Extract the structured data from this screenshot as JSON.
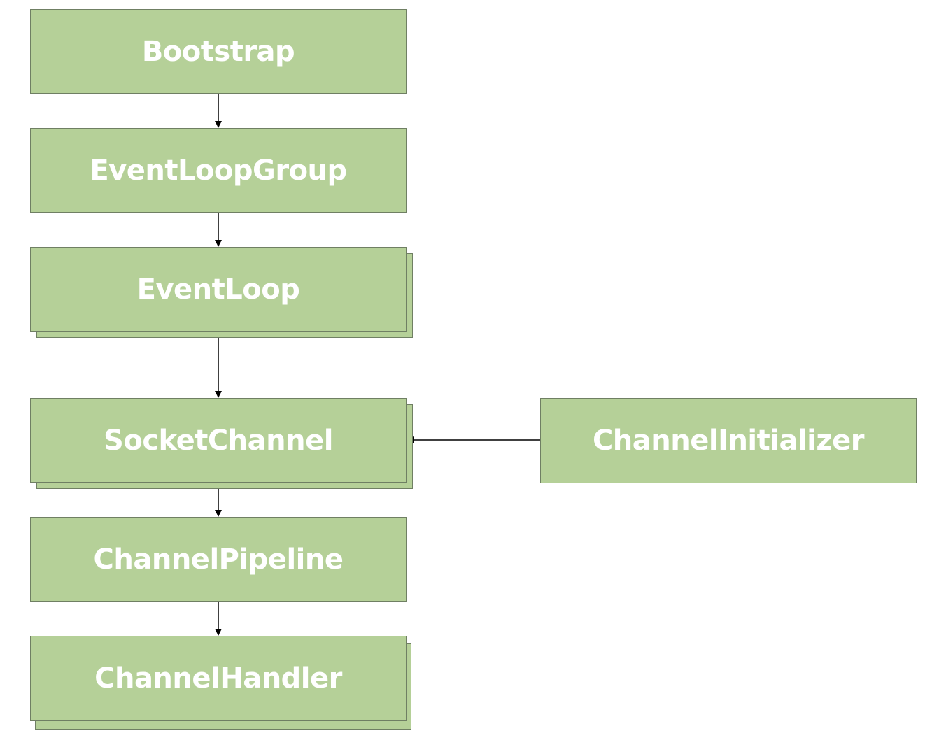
{
  "colors": {
    "node_fill": "#b5d098",
    "node_border": "#6f7f63",
    "node_text": "#ffffff",
    "edge": "#000000"
  },
  "nodes": {
    "bootstrap": "Bootstrap",
    "eventloopgroup": "EventLoopGroup",
    "eventloop": "EventLoop",
    "socketchannel": "SocketChannel",
    "channelpipeline": "ChannelPipeline",
    "channelhandler": "ChannelHandler",
    "channelinitializer": "ChannelInitializer"
  },
  "stacked_nodes": [
    "eventloop",
    "socketchannel",
    "channelhandler"
  ],
  "edges": [
    {
      "from": "bootstrap",
      "to": "eventloopgroup"
    },
    {
      "from": "eventloopgroup",
      "to": "eventloop"
    },
    {
      "from": "eventloop",
      "to": "socketchannel"
    },
    {
      "from": "socketchannel",
      "to": "channelpipeline"
    },
    {
      "from": "channelpipeline",
      "to": "channelhandler"
    },
    {
      "from": "channelinitializer",
      "to": "socketchannel"
    }
  ]
}
